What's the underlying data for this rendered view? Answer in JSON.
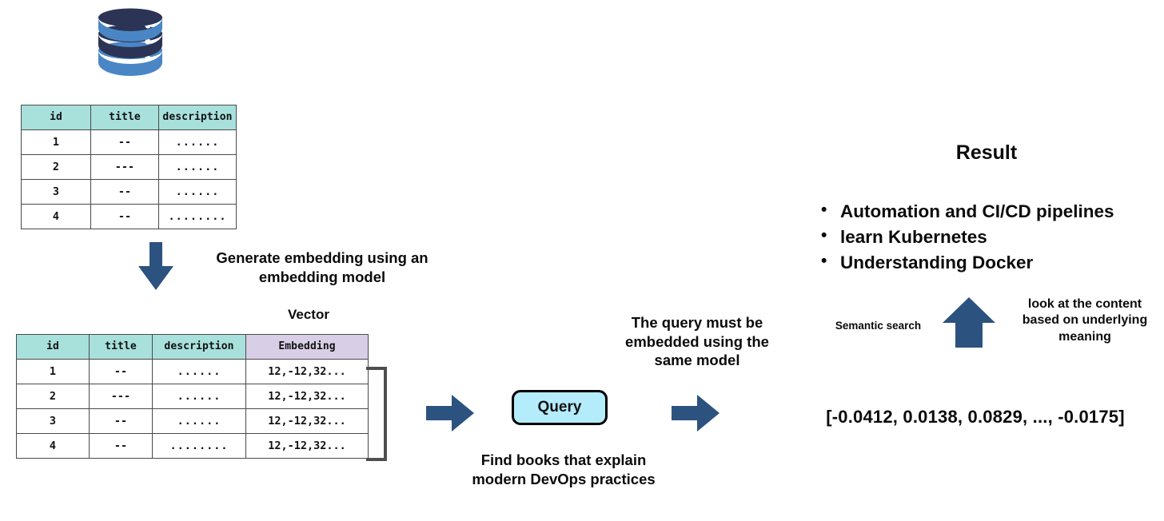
{
  "diagram": {
    "title_result": "Result",
    "source_table": {
      "icon": "database-icon",
      "headers": [
        "id",
        "title",
        "description"
      ],
      "rows": [
        [
          "1",
          "--",
          "......"
        ],
        [
          "2",
          "---",
          "......"
        ],
        [
          "3",
          "--",
          "......"
        ],
        [
          "4",
          "--",
          "........"
        ]
      ]
    },
    "embedding_step": {
      "arrow": "arrow-down-icon",
      "label": "Generate embedding using an embedding model",
      "vector_label": "Vector"
    },
    "vector_table": {
      "headers": [
        "id",
        "title",
        "description",
        "Embedding"
      ],
      "rows": [
        [
          "1",
          "--",
          "......",
          "12,-12,32..."
        ],
        [
          "2",
          "---",
          "......",
          "12,-12,32..."
        ],
        [
          "3",
          "--",
          "......",
          "12,-12,32..."
        ],
        [
          "4",
          "--",
          "........",
          "12,-12,32..."
        ]
      ],
      "bracket": "vector-bracket"
    },
    "query_flow": {
      "arrow_1": "arrow-right-icon",
      "query_box_label": "Query",
      "query_text": "Find books that explain modern DevOps practices",
      "embed_note": "The query must be embedded using the same model",
      "arrow_2": "arrow-right-icon"
    },
    "search_flow": {
      "semantic_search_label": "Semantic search",
      "arrow_up": "arrow-up-icon",
      "meaning_note": "look at the content based on underlying meaning",
      "query_embedding": "[-0.0412, 0.0138, 0.0829, ..., -0.0175]"
    },
    "results": [
      "Automation and CI/CD pipelines",
      "learn Kubernetes",
      "Understanding Docker"
    ],
    "colors": {
      "arrow_blue": "#2c5280",
      "header_teal": "#a8e0dc",
      "header_purple": "#d8cfe6",
      "query_fill": "#b5ecfb",
      "db_dark": "#2b3455",
      "db_blue": "#4a86c5",
      "bracket_gray": "#4e4e4e"
    }
  }
}
